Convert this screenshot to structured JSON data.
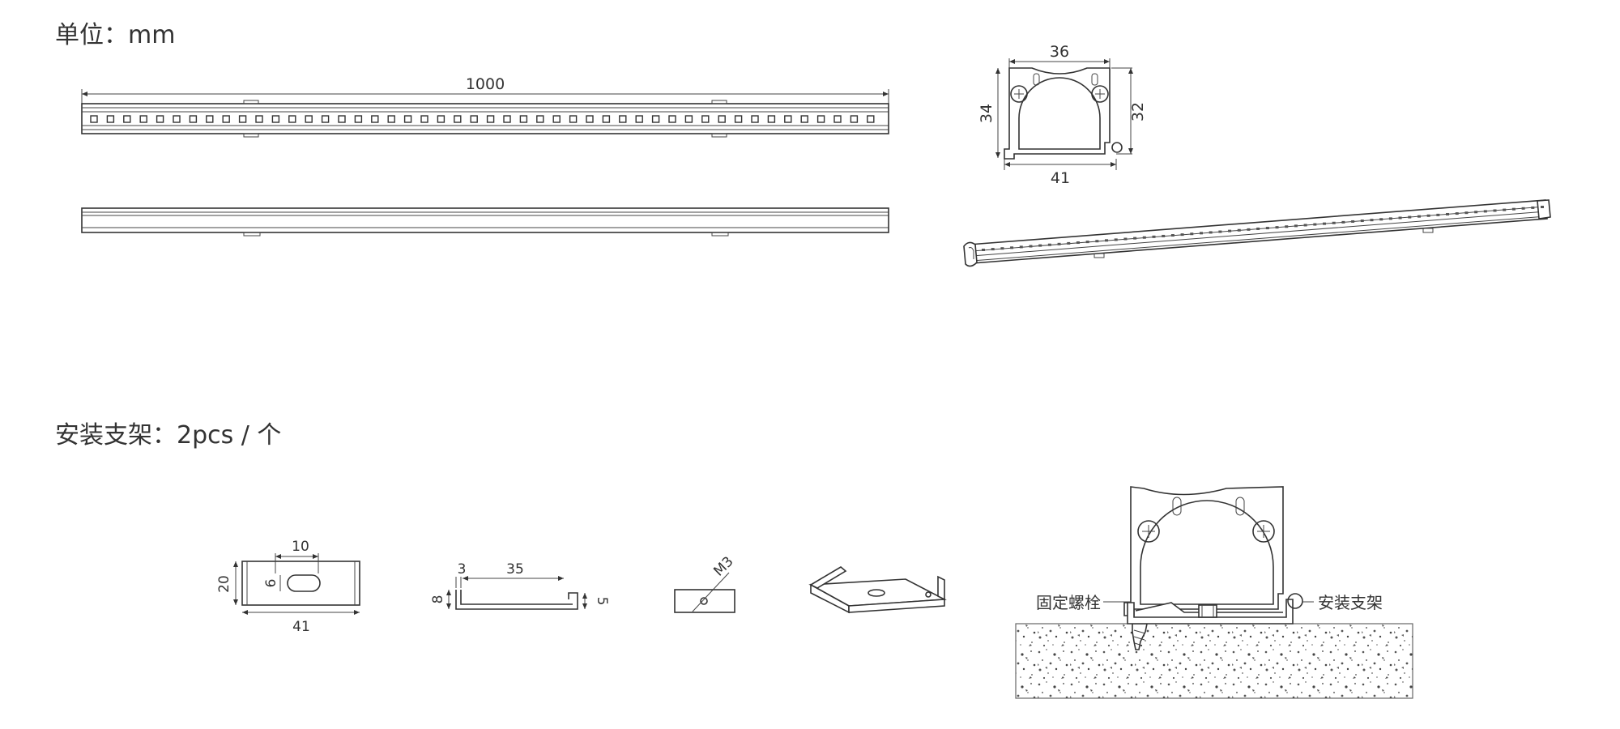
{
  "unit_label": "单位：mm",
  "bracket_label": "安装支架：2pcs / 个",
  "dims": {
    "length": "1000",
    "end_width": "36",
    "end_height_left": "34",
    "end_height_right": "32",
    "end_base": "41",
    "clip_w": "10",
    "clip_h": "20",
    "clip_slot": "6",
    "clip_base": "41",
    "profile_lip": "3",
    "profile_len": "35",
    "profile_h": "8",
    "profile_end": "5",
    "screw": "M3"
  },
  "callouts": {
    "bolt": "固定螺栓",
    "bracket": "安装支架"
  }
}
